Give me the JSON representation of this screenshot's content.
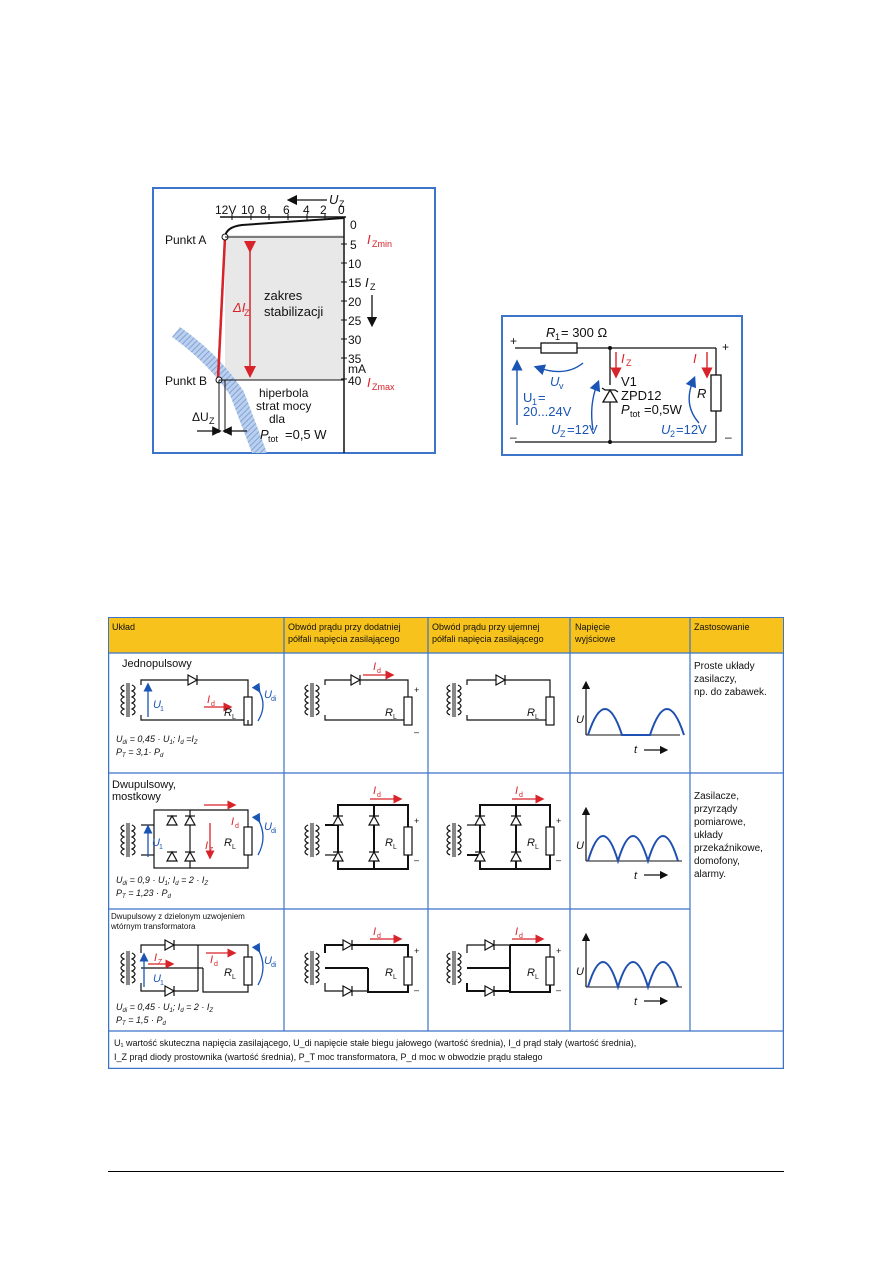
{
  "fig1": {
    "uz_axis_label": "U",
    "uz_axis_sub": "Z",
    "uz_ticks": [
      "12V",
      "10",
      "8",
      "6",
      "4",
      "2",
      "0"
    ],
    "iz_ticks": [
      "0",
      "5",
      "10",
      "15",
      "20",
      "25",
      "30",
      "35",
      "40"
    ],
    "iz_unit": "mA",
    "iz_label": "I",
    "iz_label_sub": "Z",
    "izmin_label": "I",
    "izmin_sub": "Zmin",
    "izmax_label": "I",
    "izmax_sub": "Zmax",
    "point_a": "Punkt A",
    "point_b": "Punkt B",
    "delta_iz": "ΔI",
    "delta_iz_sub": "Z",
    "delta_uz": "ΔU",
    "delta_uz_sub": "Z",
    "region_line1": "zakres",
    "region_line2": "stabilizacji",
    "hyper_line1": "hiperbola",
    "hyper_line2": "strat mocy",
    "hyper_line3": "dla",
    "hyper_ptot": "P",
    "hyper_ptot_sub": "tot",
    "hyper_value": "=0,5 W"
  },
  "fig2": {
    "r1_label": "R",
    "r1_sub": "1",
    "r1_value": "= 300 Ω",
    "plus": "+",
    "minus": "–",
    "uv_label": "U",
    "uv_sub": "v",
    "u1_label": "U",
    "u1_sub": "1",
    "u1_eq": "=",
    "u1_value": "20...24V",
    "iz_label": "I",
    "iz_sub": "Z",
    "v1": "V1",
    "zpd": "ZPD12",
    "ptot_label": "P",
    "ptot_sub": "tot",
    "ptot_value": "=0,5W",
    "i_label": "I",
    "r_label": "R",
    "uz_label": "U",
    "uz_sub": "Z",
    "uz_value": "=12V",
    "u2_label": "U",
    "u2_sub": "2",
    "u2_value": "=12V"
  },
  "table": {
    "headers": [
      [
        "Układ"
      ],
      [
        "Obwód prądu przy dodatniej",
        "półfali napięcia zasilającego"
      ],
      [
        "Obwód prądu przy ujemnej",
        "półfali napięcia zasilającego"
      ],
      [
        "Napięcie",
        "wyjściowe"
      ],
      [
        "Zastosowanie"
      ]
    ],
    "rows": [
      {
        "title": [
          "Jednopulsowy"
        ],
        "formula1": "U",
        "formula1_sub": "di",
        "formula1_rest": " = 0,45 · U",
        "formula1_rest_sub": "1",
        "formula1_tail": "; I",
        "formula1_tail_sub": "d",
        "formula1_end": " =I",
        "formula1_end_sub": "Z",
        "formula2": "P",
        "formula2_sub": "T",
        "formula2_rest": " = 3,1· P",
        "formula2_rest_sub": "d",
        "application": [
          "Proste układy",
          "zasilaczy,",
          "np. do zabawek."
        ]
      },
      {
        "title": [
          "Dwupulsowy,",
          "mostkowy"
        ],
        "formula1": "U",
        "formula1_sub": "di",
        "formula1_rest": " = 0,9 · U",
        "formula1_rest_sub": "1",
        "formula1_tail": "; I",
        "formula1_tail_sub": "d",
        "formula1_end": " = 2 · I",
        "formula1_end_sub": "Z",
        "formula2": "P",
        "formula2_sub": "T",
        "formula2_rest": " = 1,23 · P",
        "formula2_rest_sub": "d",
        "application": [
          "Zasilacze,",
          "przyrządy",
          "pomiarowe,",
          "układy",
          "przekaźnikowe,",
          "domofony,",
          "alarmy."
        ]
      },
      {
        "title": [
          "Dwupulsowy z dzielonym uzwojeniem",
          "wtórnym transformatora"
        ],
        "formula1": "U",
        "formula1_sub": "di",
        "formula1_rest": " = 0,45 · U",
        "formula1_rest_sub": "1",
        "formula1_tail": "; I",
        "formula1_tail_sub": "d",
        "formula1_end": " = 2 · I",
        "formula1_end_sub": "Z",
        "formula2": "P",
        "formula2_sub": "T",
        "formula2_rest": " = 1,5 · P",
        "formula2_rest_sub": "d",
        "application": []
      }
    ],
    "labels": {
      "u1": "U",
      "u1_sub": "1",
      "udi": "U",
      "udi_sub": "di",
      "id": "I",
      "id_sub": "d",
      "iz": "I",
      "iz_sub": "Z",
      "rl": "R",
      "rl_sub": "L",
      "plus": "+",
      "minus": "–",
      "u_axis": "U",
      "t_axis": "t"
    },
    "legend_line1": "U₁  wartość skuteczna napięcia zasilającego,  U_di  napięcie stałe biegu jałowego (wartość średnia),  I_d  prąd stały (wartość średnia),",
    "legend_line2": "I_Z  prąd diody prostownika (wartość średnia),  P_T  moc transformatora,  P_d  moc w obwodzie prądu stałego"
  },
  "colors": {
    "frame_blue": "#3b74c9",
    "header_yellow": "#f6c21b",
    "red": "#d8232a",
    "blue": "#1a55b5",
    "grey_fill": "#e8e8e8",
    "wave_blue": "#1f4fb0",
    "hatch_blue": "#7ea4d8"
  }
}
